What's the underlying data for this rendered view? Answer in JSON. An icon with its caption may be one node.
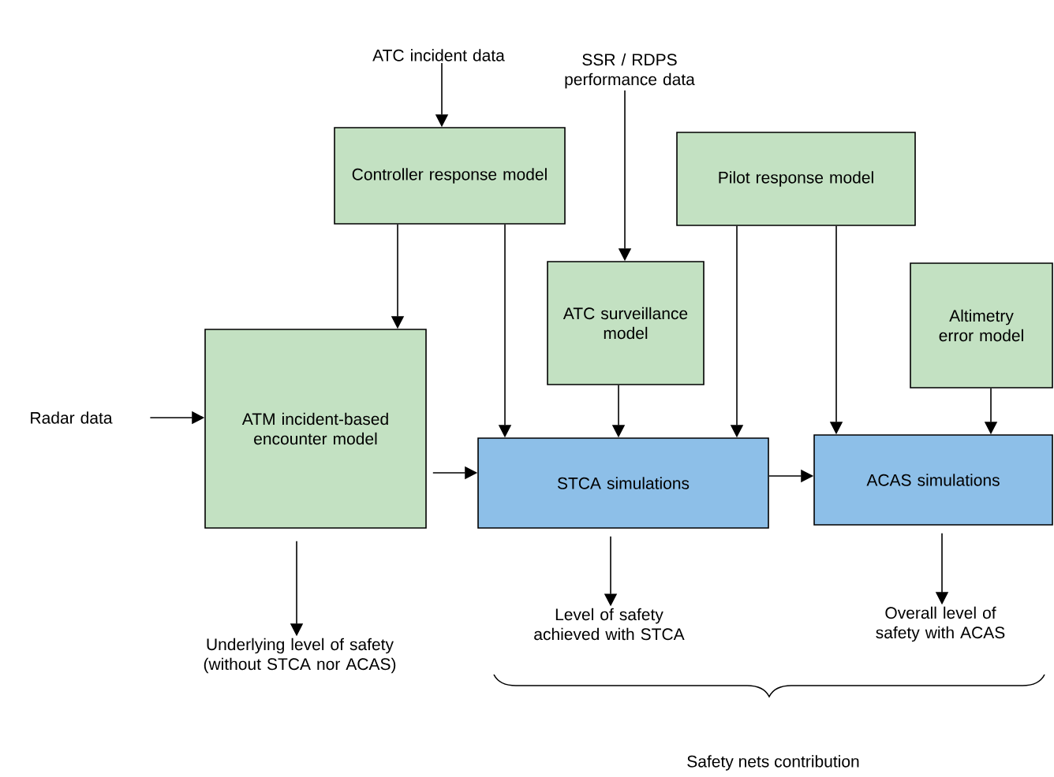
{
  "diagram": {
    "nodes": [
      {
        "text": [
          "ATC incident data"
        ]
      },
      {
        "text": [
          "SSR / RDPS performance data"
        ]
      },
      {
        "text": [
          "Controller response model"
        ]
      },
      {
        "text": [
          "Pilot response model"
        ]
      },
      {
        "text": [
          "ATC surveillance model"
        ]
      },
      {
        "text": [
          "Altimetry error model"
        ]
      },
      {
        "text": [
          "ATM incident-based encounter model"
        ]
      },
      {
        "text": [
          "Radar data"
        ]
      },
      {
        "text": [
          "STCA simulations"
        ]
      },
      {
        "text": [
          "ACAS simulations"
        ]
      },
      {
        "text": [
          "Underlying level of safety (without STCA nor ACAS)"
        ]
      },
      {
        "text": [
          "Level of safety achieved with STCA"
        ]
      },
      {
        "text": [
          "Overall level of safety with ACAS"
        ]
      }
    ],
    "edges": [
      {
        "from": 0,
        "to": 2,
        "arrow": "to"
      },
      {
        "from": 1,
        "to": 4,
        "arrow": "to"
      },
      {
        "from": 2,
        "to": 6,
        "arrow": "to"
      },
      {
        "from": 2,
        "to": 8,
        "arrow": "to"
      },
      {
        "from": 4,
        "to": 8,
        "arrow": "to"
      },
      {
        "from": 3,
        "to": 8,
        "arrow": "to"
      },
      {
        "from": 3,
        "to": 9,
        "arrow": "to"
      },
      {
        "from": 5,
        "to": 9,
        "arrow": "to"
      },
      {
        "from": 7,
        "to": 6,
        "arrow": "to"
      },
      {
        "from": 6,
        "to": 8,
        "arrow": "to"
      },
      {
        "from": 8,
        "to": 9,
        "arrow": "to"
      },
      {
        "from": 6,
        "to": 10,
        "arrow": "to"
      },
      {
        "from": 8,
        "to": 11,
        "arrow": "to"
      },
      {
        "from": 9,
        "to": 12,
        "arrow": "to"
      }
    ],
    "labels": [
      "Safety nets contribution"
    ]
  }
}
